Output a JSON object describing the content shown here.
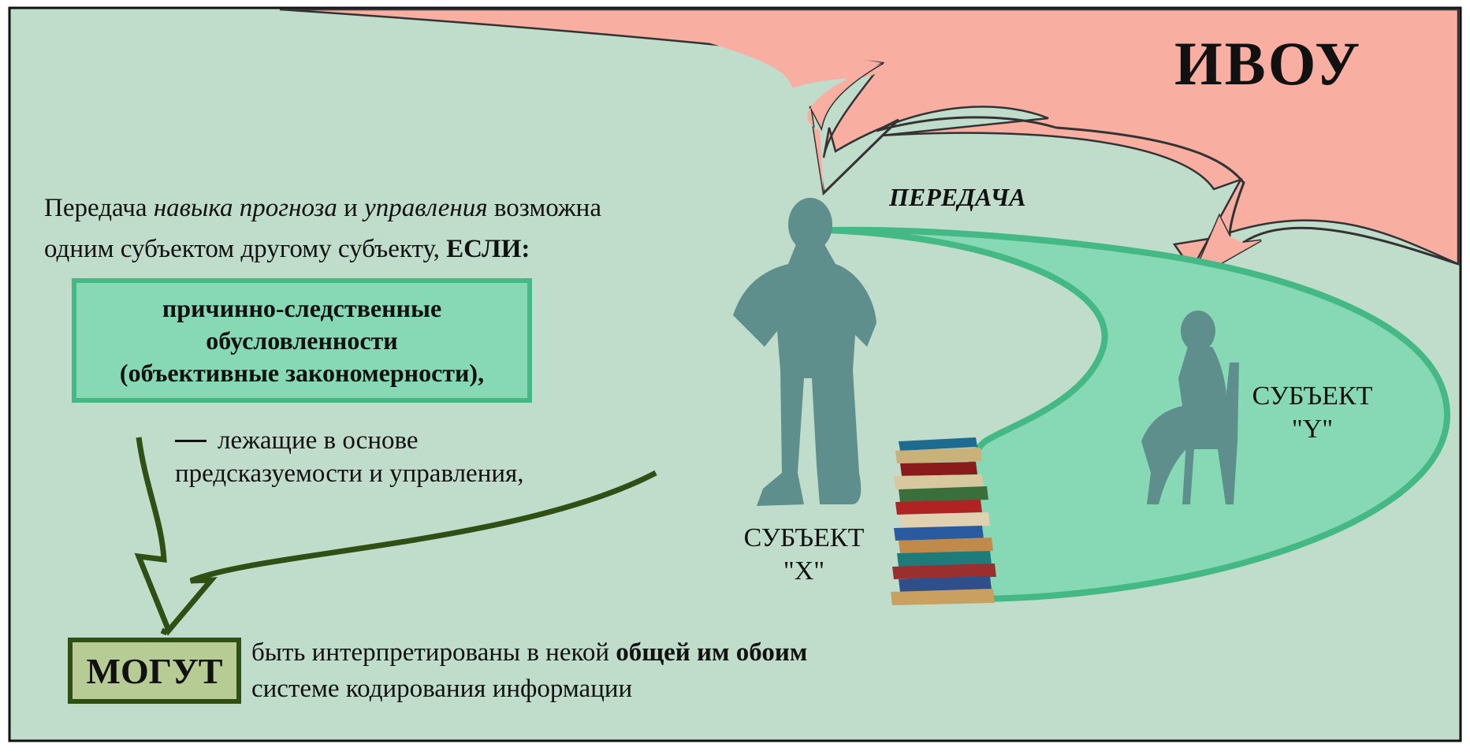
{
  "title": "ИВОУ",
  "transfer_label": "ПЕРЕДАЧА",
  "intro": {
    "p1": "Передача ",
    "p2": "навыка прогноза",
    "p3": " и ",
    "p4": "управления",
    "p5": " возможна",
    "p6": "одним субъектом другому субъекту, ",
    "p7": "ЕСЛИ:"
  },
  "condition_box": {
    "line1": "причинно-следственные",
    "line2": "обусловленности",
    "line3": "(объективные закономерности),"
  },
  "basis_text": {
    "line1": "лежащие в основе",
    "line2": "предсказуемости и управления,"
  },
  "can_box": "МОГУТ",
  "bottom_text": {
    "p1": "быть интерпретированы в некой ",
    "p2": "общей им обоим",
    "line2": "системе кодирования информации"
  },
  "subject_x": {
    "line1": "СУБЪЕКТ",
    "line2": "\"X\""
  },
  "subject_y": {
    "line1": "СУБЪЕКТ",
    "line2": "\"Y\""
  },
  "colors": {
    "background": "#c0ddcc",
    "ivou_band": "#f9aea2",
    "transfer_path": "#86d9b4",
    "transfer_stroke": "#44b986",
    "arrow_dark": "#2f4f14",
    "silhouette": "#5f8f8d"
  }
}
